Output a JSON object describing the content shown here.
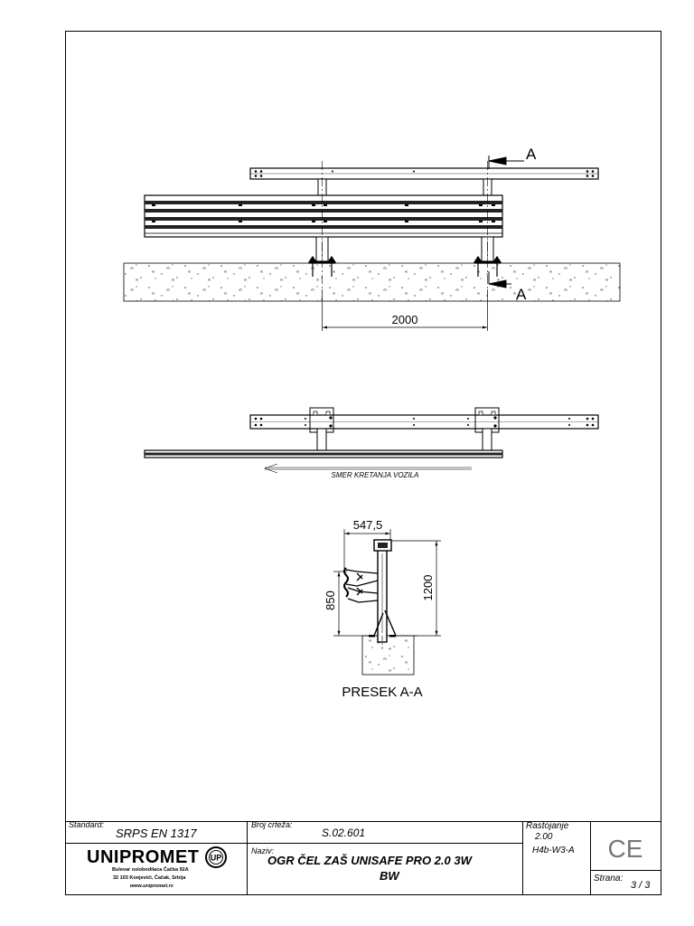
{
  "drawing": {
    "section_marker": "A",
    "dim_span": "2000",
    "direction_label": "SMER KRETANJA VOZILA",
    "dim_width": "547,5",
    "dim_height_total": "1200",
    "dim_height_rail": "850",
    "section_title": "PRESEK A-A"
  },
  "title_block": {
    "standard_label": "Standard:",
    "standard_value": "SRPS EN 1317",
    "drawing_no_label": "Broj crteža:",
    "drawing_no_value": "S.02.601",
    "spacing_label": "Rastojanje",
    "spacing_value": "2.00",
    "name_label": "Naziv:",
    "name_value_line1": "OGR ČEL ZAŠ UNISAFE PRO 2.0 3W",
    "name_value_line2": "BW",
    "class_value": "H4b-W3-A",
    "page_label": "Strana:",
    "page_value": "3 / 3",
    "ce_mark": "CE",
    "company": {
      "name": "UNIPROMET",
      "logo_letters": "UP",
      "address1": "Bulevar oslobodilaca Čačka 92A",
      "address2": "32 103 Konjevići, Čačak, Srbija",
      "website": "www.unipromet.rs"
    }
  }
}
